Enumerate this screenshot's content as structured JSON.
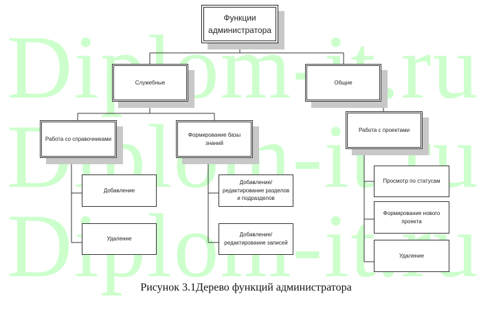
{
  "watermark": "Diplom-it.ru",
  "root": "Функции администратора",
  "level1": [
    "Служебные",
    "Общие"
  ],
  "service_children": [
    "Работа со справочниками",
    "Формирование базы знаний"
  ],
  "general_children": [
    "Работа с проектами"
  ],
  "directories_children": [
    "Добавление",
    "Удаление"
  ],
  "knowledge_children": [
    "Добавление/ редактирование разделов и подразделов",
    "Добавление/ редактирование записей"
  ],
  "projects_children": [
    "Просмотр по статусам",
    "Формирование нового проекта",
    "Удаление"
  ],
  "caption": "Рисунок 3.1Дерево функций администратора"
}
